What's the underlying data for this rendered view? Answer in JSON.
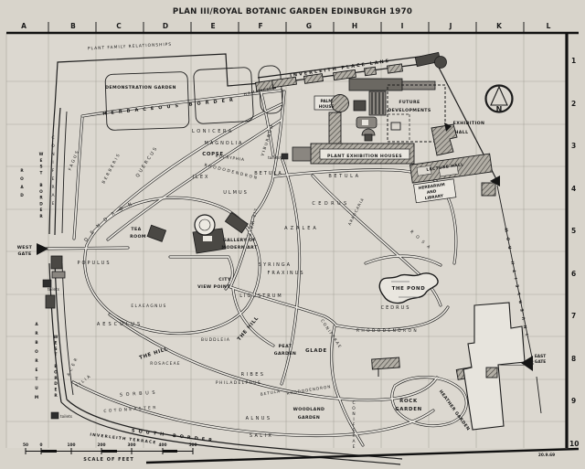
{
  "title": "PLAN III/ROYAL BOTANIC GARDEN EDINBURGH 1970",
  "date_note": "20.9.69",
  "compass": {
    "label": "N"
  },
  "grid": {
    "columns": [
      "A",
      "B",
      "C",
      "D",
      "E",
      "F",
      "G",
      "H",
      "I",
      "J",
      "K",
      "L"
    ],
    "rows": [
      "1",
      "2",
      "3",
      "4",
      "5",
      "6",
      "7",
      "8",
      "9",
      "10"
    ]
  },
  "scale": {
    "numbers": [
      "50",
      "0",
      "100",
      "200",
      "300",
      "400",
      "500"
    ],
    "caption": "SCALE OF FEET"
  },
  "colors": {
    "paper": "#d8d4cb",
    "map": "#dcd8d0",
    "ink": "#1b1b1b",
    "path": "#ece9e2"
  },
  "labels": {
    "plant_family": "PLANT FAMILY RELATIONSHIPS",
    "demonstration_garden": "DEMONSTRATION GARDEN",
    "herbaceous_border": "HERBACEOUS BORDER",
    "hamamelis": "HAMAMELIS",
    "inverleith_place_lane": "INVERLEITH PLACE LANE",
    "palm_house": [
      "PALM",
      "HOUSE"
    ],
    "future_developments": [
      "FUTURE",
      "DEVELOPMENTS"
    ],
    "exhibition_hall": [
      "EXHIBITION",
      "HALL"
    ],
    "plant_exhibition_houses": "PLANT EXHIBITION HOUSES",
    "lecture_hall": "LECTURE HALL",
    "herbarium": [
      "HERBARIUM",
      "AND",
      "LIBRARY"
    ],
    "lonicera": "LONICERA",
    "magnolia": "MAGNOLIA",
    "copse": "COPSE",
    "eucryphia": "EUCRYPHIA",
    "rhododendron_copse": "RHODODENDRON",
    "viburnum": "VIBURNUM",
    "betula_copse": "BETULA",
    "betula_east": "BETULA",
    "ilex": "ILEX",
    "ulmus": "ULMUS",
    "quercus": "QUERCUS",
    "berberis": "BERBERIS",
    "fagus": "FAGUS",
    "coniferae_west": "CONIFERAE",
    "road": "ROAD",
    "west_border_upper": "WEST BORDER",
    "arboretum": "ARBORETUM",
    "west_border_lower": "WEST BORDER",
    "west_gate": [
      "WEST",
      "GATE"
    ],
    "east_gate": [
      "EAST",
      "GATE"
    ],
    "toilets": "toilets",
    "tea_room": [
      "TEA",
      "ROOM"
    ],
    "gallery": [
      "GALLERY OF",
      "MODERN ART"
    ],
    "rhododendron_hill": "RHODODENDRON",
    "magnolia_walk": "MAGNOLIA WALK",
    "city_view_point": [
      "CITY",
      "VIEW POINT"
    ],
    "populus": "POPULUS",
    "elaeagnus": "ELAEAGNUS",
    "aesculus": "AESCULUS",
    "acer": "ACER",
    "tilia": "TILIA",
    "the_hill_west": "THE HILL",
    "the_hill_east": "THE HILL",
    "rosaceae": "ROSACEAE",
    "sorbus": "SORBUS",
    "cotoneaster": "COTONEASTER",
    "buddleia": "BUDDLEIA",
    "peat_garden": [
      "PEAT",
      "GARDEN"
    ],
    "glade": "GLADE",
    "coniferae_glade": "CONIFERAE",
    "rhododendron_glade": "RHODODENDRON",
    "ribes": "RIBES",
    "philadelphus": "PHILADELPHUS",
    "betula_woodland": "BETULA",
    "rhododendron_woodland": "RHODODENDRON",
    "woodland_garden": [
      "WOODLAND",
      "GARDEN"
    ],
    "alnus": "ALNUS",
    "salix": "SALIX",
    "coniferae_south": "CONIFERAE",
    "rock_garden": [
      "ROCK",
      "GARDEN"
    ],
    "heather_garden": "HEATHER GARDEN",
    "the_pond": "THE POND",
    "cedrus_north": "CEDRUS",
    "cedrus_pond": "CEDRUS",
    "araucaria": "ARAUCARIA",
    "rosa": "ROSA",
    "azalea": "AZALEA",
    "syringa": "SYRINGA",
    "fraxinus": "FRAXINUS",
    "ligustrum": "LIGUSTRUM",
    "south_border": "SOUTH BORDER",
    "inverleith_terrace": "INVERLEITH TERRACE",
    "inverleith_row": "INVERLEITH ROW"
  }
}
